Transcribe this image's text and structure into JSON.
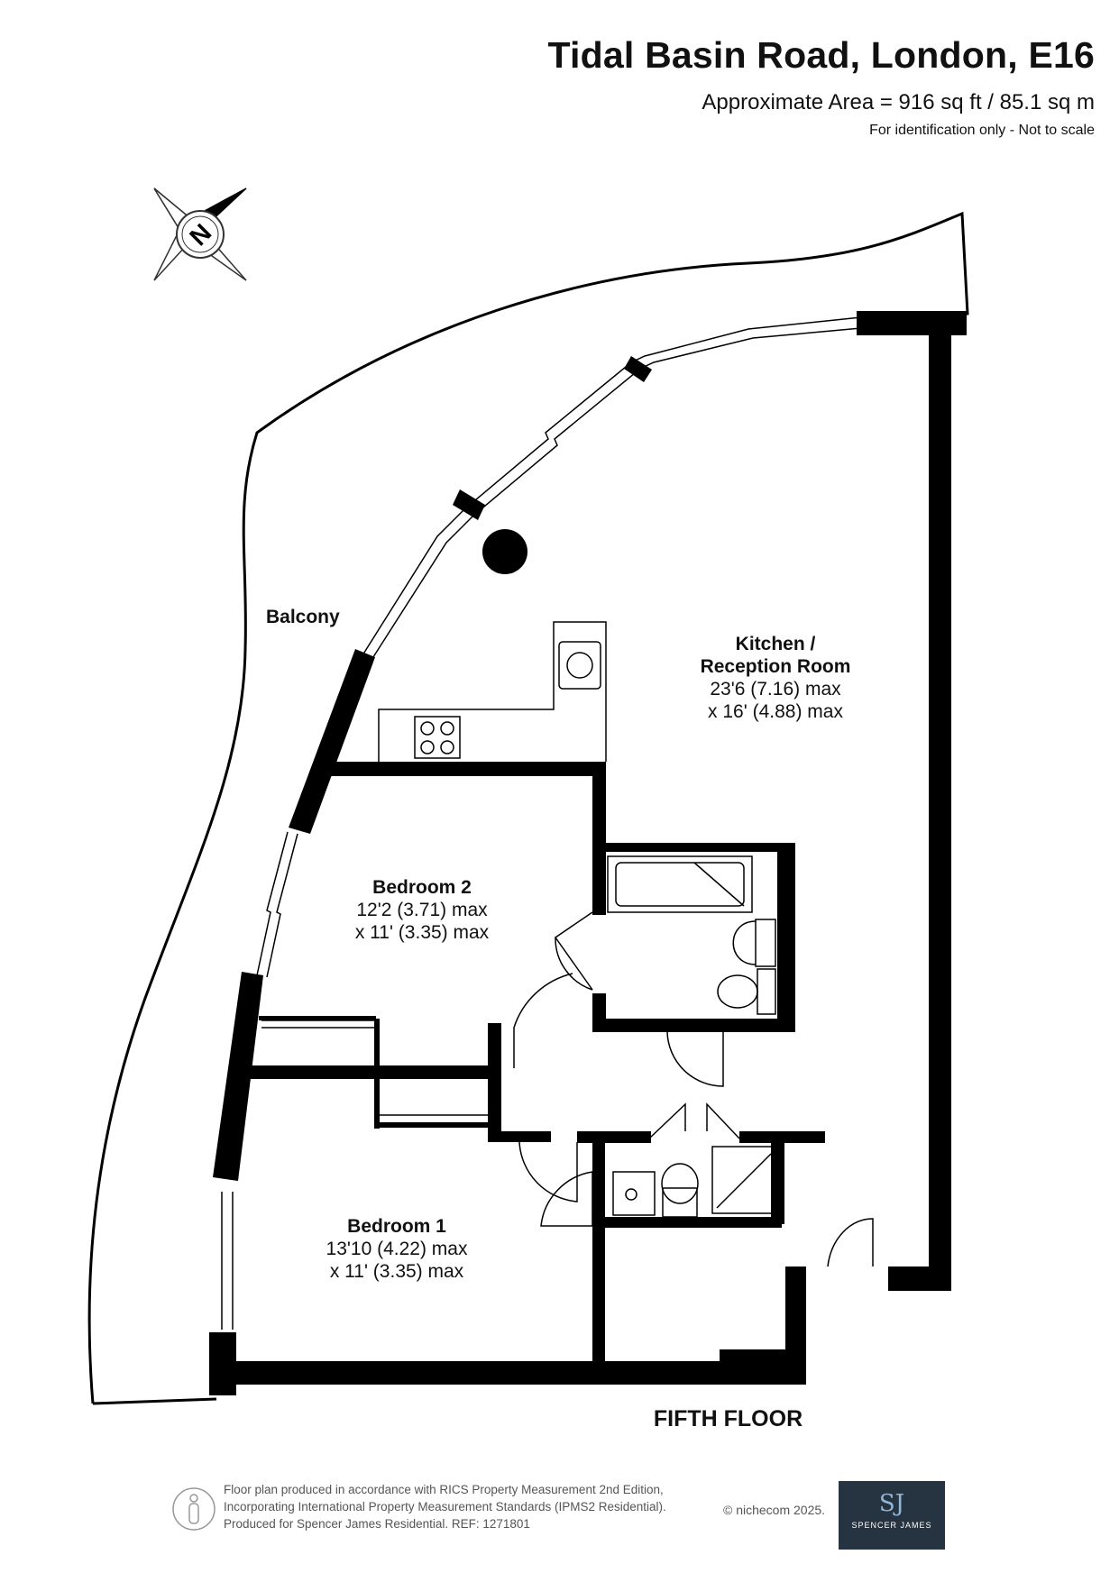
{
  "header": {
    "title": "Tidal Basin Road, London, E16",
    "area": "Approximate Area = 916 sq ft / 85.1 sq m",
    "note": "For identification only - Not to scale"
  },
  "compass": {
    "label": "N"
  },
  "rooms": {
    "kitchen": {
      "name_line1": "Kitchen /",
      "name_line2": "Reception Room",
      "dim1": "23'6 (7.16) max",
      "dim2": "x 16' (4.88) max"
    },
    "bedroom2": {
      "name": "Bedroom 2",
      "dim1": "12'2 (3.71) max",
      "dim2": "x 11' (3.35) max"
    },
    "bedroom1": {
      "name": "Bedroom 1",
      "dim1": "13'10 (4.22) max",
      "dim2": "x 11' (3.35) max"
    },
    "balcony": {
      "name": "Balcony"
    }
  },
  "floor": "FIFTH FLOOR",
  "footer": {
    "line1": "Floor plan produced in accordance with RICS Property Measurement 2nd Edition,",
    "line2": "Incorporating International Property Measurement Standards (IPMS2 Residential).",
    "line3": "Produced for Spencer James Residential.   REF: 1271801",
    "copyright": "© nichecom 2025.",
    "logo_monogram": "SJ",
    "logo_brand": "SPENCER JAMES"
  },
  "colors": {
    "wall": "#000000",
    "logo_bg": "#263340"
  }
}
